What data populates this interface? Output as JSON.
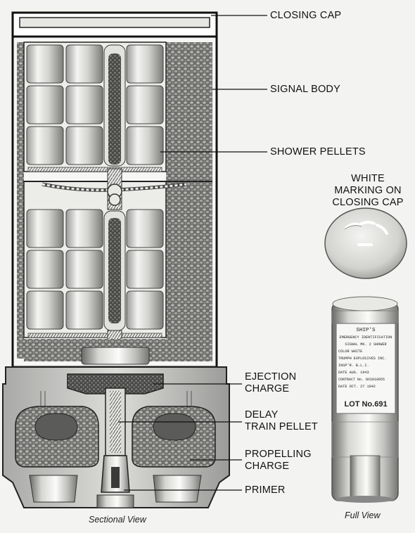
{
  "labels": {
    "closing_cap": "CLOSING CAP",
    "signal_body": "SIGNAL BODY",
    "shower_pellets": "SHOWER PELLETS",
    "white_marking_1": "WHITE",
    "white_marking_2": "MARKING ON",
    "white_marking_3": "CLOSING CAP",
    "ejection_charge_1": "EJECTION",
    "ejection_charge_2": "CHARGE",
    "delay_train_1": "DELAY",
    "delay_train_2": "TRAIN PELLET",
    "propelling_charge_1": "PROPELLING",
    "propelling_charge_2": "CHARGE",
    "primer": "PRIMER"
  },
  "captions": {
    "sectional": "Sectional View",
    "full": "Full View"
  },
  "can_label": {
    "line1": "SHIP'S",
    "line2": "EMERGENCY IDENTIFICATION",
    "line3": "SIGNAL MK. 2 SHOWER",
    "line4": "COLOR WHITE",
    "line5": "TRUMPH EXPLOSIVES INC.",
    "line6": "INSP'R. B.L.I.",
    "line7": "DATE AUG. 1943",
    "line8": "CONTRACT No. NXS018055",
    "line9": "DATE OCT. 27 1942",
    "lot": "LOT No.691"
  }
}
